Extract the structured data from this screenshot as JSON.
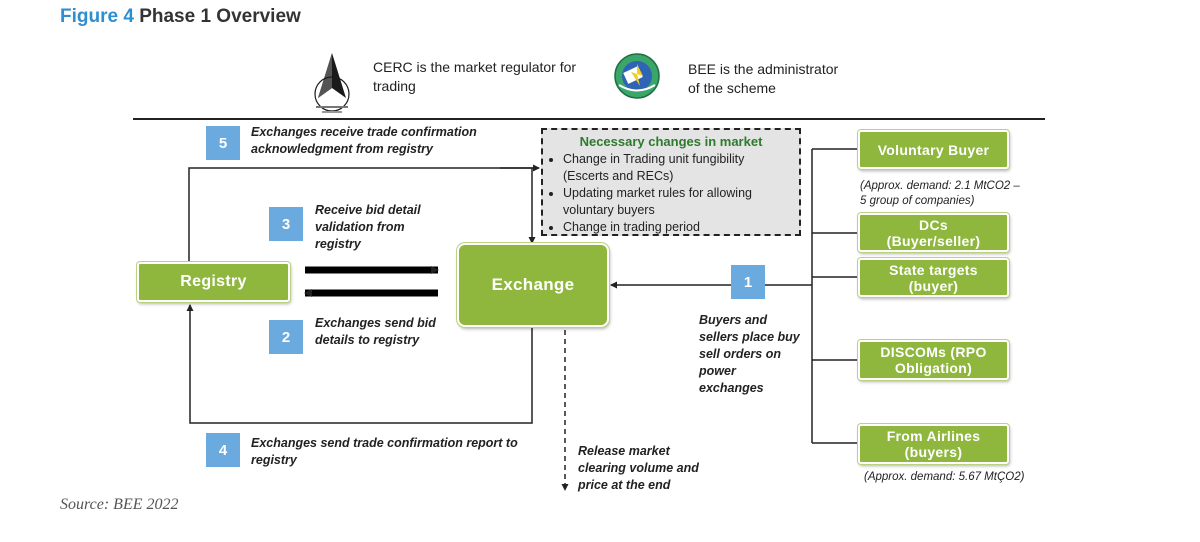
{
  "figure": {
    "number": "Figure 4",
    "title": "Phase 1 Overview",
    "source": "Source: BEE 2022"
  },
  "regulators": {
    "cerc_text": [
      "CERC is the market regulator for",
      "trading"
    ],
    "bee_text": [
      "BEE is the administrator",
      "of the scheme"
    ]
  },
  "nodes": {
    "registry": "Registry",
    "exchange": "Exchange",
    "participants": [
      {
        "lines": [
          "Voluntary Buyer"
        ]
      },
      {
        "lines": [
          "DCs",
          "(Buyer/seller)"
        ]
      },
      {
        "lines": [
          "State targets",
          "(buyer)"
        ]
      },
      {
        "lines": [
          "DISCOMs (RPO",
          "Obligation)"
        ]
      },
      {
        "lines": [
          "From Airlines",
          "(buyers)"
        ]
      }
    ]
  },
  "notes": {
    "voluntary_demand": [
      "(Approx. demand: 2.1 MtCO2 –",
      "5 group of companies)"
    ],
    "airlines_demand": "(Approx. demand:  5.67 MtÇO2)"
  },
  "changes_box": {
    "title": "Necessary changes in market",
    "items": [
      "Change in Trading unit fungibility (Escerts and RECs)",
      "Updating market rules for allowing voluntary buyers",
      "Change in trading period"
    ]
  },
  "steps": [
    {
      "number": "1",
      "lines": [
        "Buyers and",
        "sellers place buy",
        "sell orders on",
        "power",
        "exchanges"
      ]
    },
    {
      "number": "2",
      "lines": [
        "Exchanges send bid",
        "details to registry"
      ]
    },
    {
      "number": "3",
      "lines": [
        "Receive bid detail",
        "validation from",
        "registry"
      ]
    },
    {
      "number": "4",
      "lines": [
        "Exchanges send trade confirmation report to",
        "registry"
      ]
    },
    {
      "number": "5",
      "lines": [
        "Exchanges receive trade confirmation",
        "acknowledgment from registry"
      ]
    }
  ],
  "release_text": [
    "Release market",
    "clearing volume and",
    "price at the end"
  ]
}
